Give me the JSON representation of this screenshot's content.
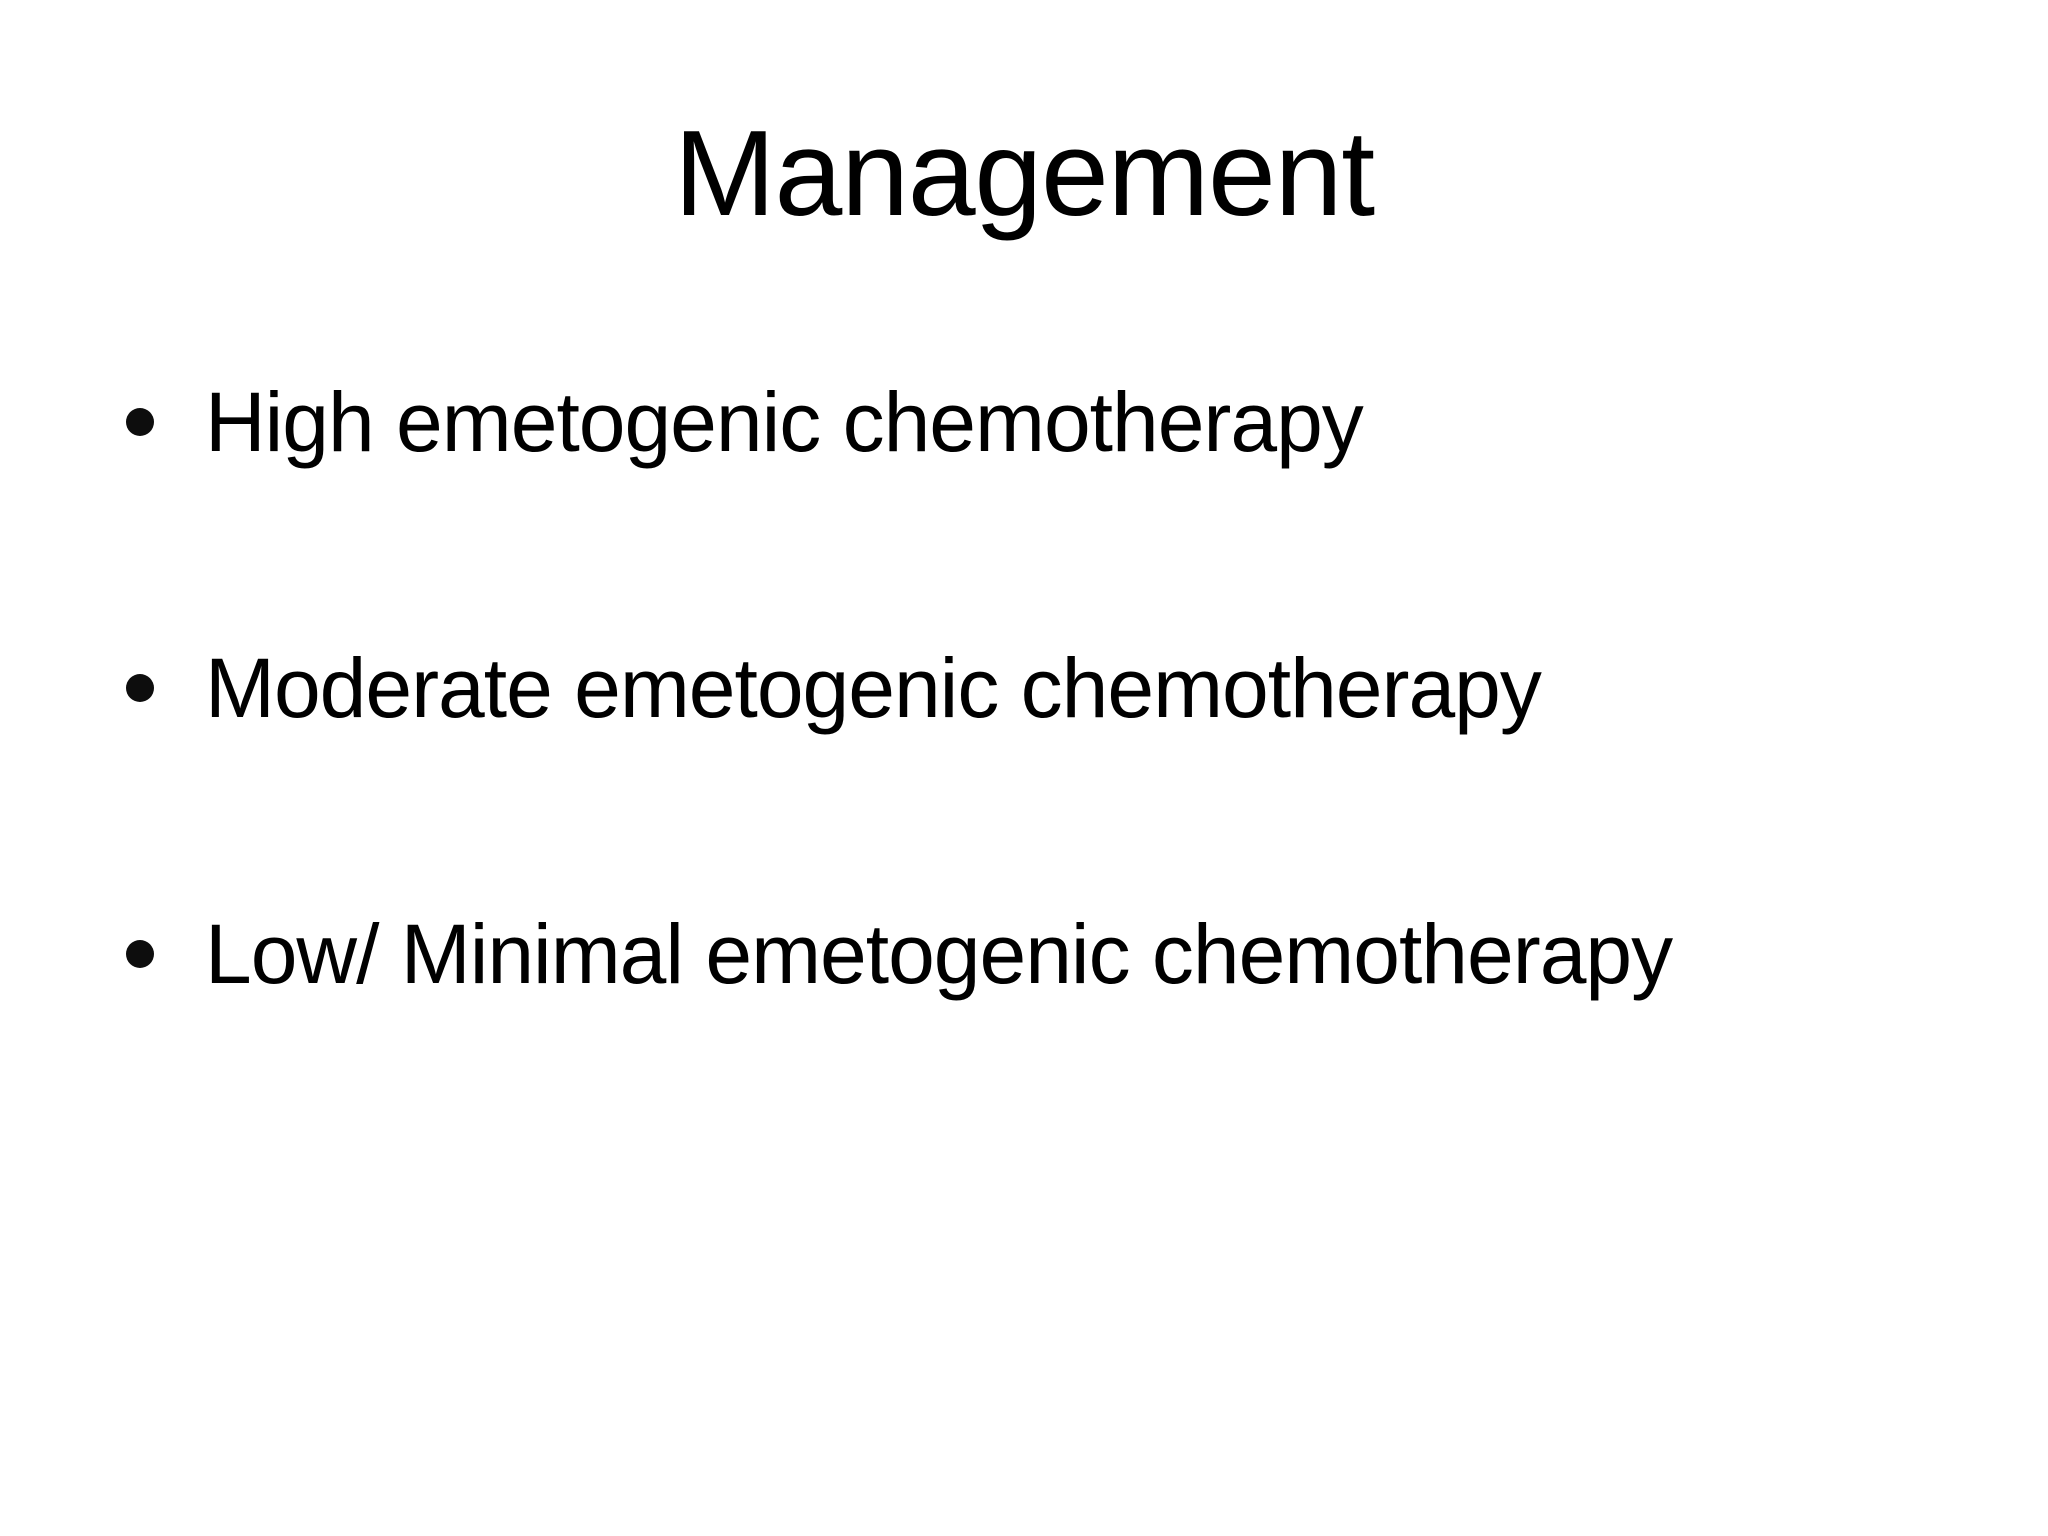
{
  "slide": {
    "title": "Management",
    "bullets": [
      "High emetogenic chemotherapy",
      "Moderate emetogenic chemotherapy",
      "Low/ Minimal emetogenic chemotherapy"
    ]
  }
}
